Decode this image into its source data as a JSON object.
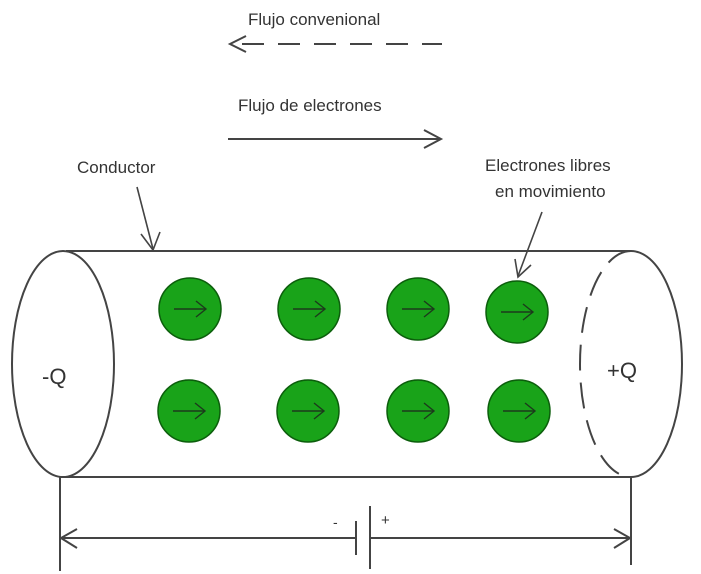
{
  "labels": {
    "conventional_flow": "Flujo convenional",
    "electron_flow": "Flujo de electrones",
    "conductor": "Conductor",
    "free_electrons_line1": "Electrones libres",
    "free_electrons_line2": "en movimiento",
    "negative_charge": "-Q",
    "positive_charge": "+Q",
    "battery_negative": "-",
    "battery_positive": "+"
  },
  "electrons": {
    "rows": 2,
    "per_row": 4,
    "direction": "right"
  },
  "colors": {
    "electron_fill": "#19a319",
    "electron_stroke": "#0c5e0c",
    "line": "#444444",
    "text": "#333333"
  }
}
